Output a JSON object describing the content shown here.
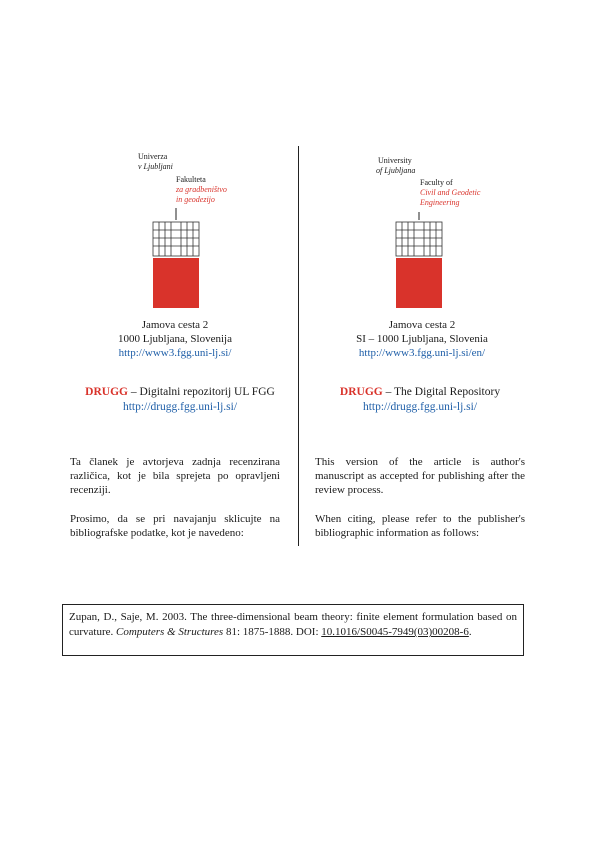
{
  "colors": {
    "red": "#d9332b",
    "link": "#1f5fa8",
    "text": "#1a1a1a"
  },
  "left": {
    "logo": {
      "university_line1": "Univerza",
      "university_line2": "v Ljubljani",
      "faculty_line1": "Fakulteta",
      "faculty_line2": "za gradbeništvo",
      "faculty_line3": "in geodezijo"
    },
    "address_line1": "Jamova cesta 2",
    "address_line2": "1000 Ljubljana, Slovenija",
    "address_url": "http://www3.fgg.uni-lj.si/",
    "drugg_name": "DRUGG",
    "drugg_desc": " – Digitalni repozitorij UL FGG",
    "drugg_url": "http://drugg.fgg.uni-lj.si/",
    "para1": "Ta članek je avtorjeva zadnja recenzirana različica, kot je bila sprejeta po opravljeni recenziji.",
    "para2": "Prosimo, da se pri navajanju sklicujte na bibliografske podatke, kot je navedeno:"
  },
  "right": {
    "logo": {
      "university_line1": "University",
      "university_line2": "of Ljubljana",
      "faculty_line1": "Faculty of",
      "faculty_line2": "Civil and Geodetic",
      "faculty_line3": "Engineering"
    },
    "address_line1": "Jamova cesta 2",
    "address_line2": "SI – 1000 Ljubljana, Slovenia",
    "address_url": "http://www3.fgg.uni-lj.si/en/",
    "drugg_name": "DRUGG",
    "drugg_desc": " – The Digital Repository",
    "drugg_url": "http://drugg.fgg.uni-lj.si/",
    "para1": "This version of the article is author's manuscript as accepted for publishing after the review process.",
    "para2": "When citing, please refer to the publisher's bibliographic information as follows:"
  },
  "citation": {
    "authors_year": "Zupan, D., Saje, M. 2003. The three-dimensional beam theory: finite element formulation based on curvature. ",
    "journal": "Computers & Structures",
    "volume_pages": " 81: 1875-1888. DOI: ",
    "doi": "10.1016/S0045-7949(03)00208-6",
    "end": "."
  }
}
